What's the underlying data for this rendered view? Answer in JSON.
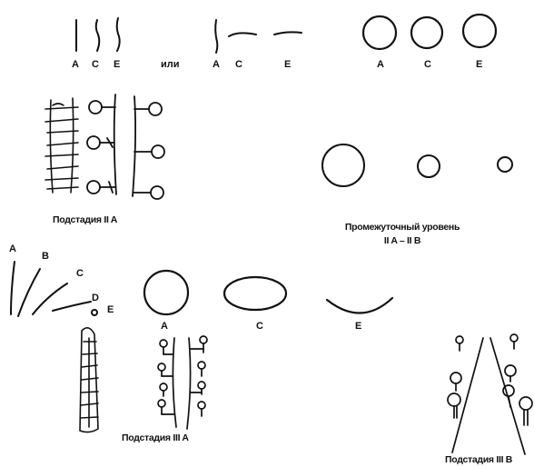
{
  "row1": {
    "labels_set1": [
      "A",
      "C",
      "E"
    ],
    "or_word": "или",
    "labels_set2": [
      "A",
      "C",
      "E"
    ],
    "labels_set3": [
      "A",
      "C",
      "E"
    ]
  },
  "stage_2a": {
    "caption": "Подстадия II A"
  },
  "intermediate": {
    "caption_line1": "Промежуточный уровень",
    "caption_line2": "II A – II B"
  },
  "row3": {
    "axis_labels": [
      "A",
      "B",
      "C",
      "D",
      "E"
    ],
    "shape_labels": [
      "A",
      "C",
      "E"
    ]
  },
  "stage_3a": {
    "caption": "Подстадия III A"
  },
  "stage_3b": {
    "caption": "Подстадия III B"
  }
}
